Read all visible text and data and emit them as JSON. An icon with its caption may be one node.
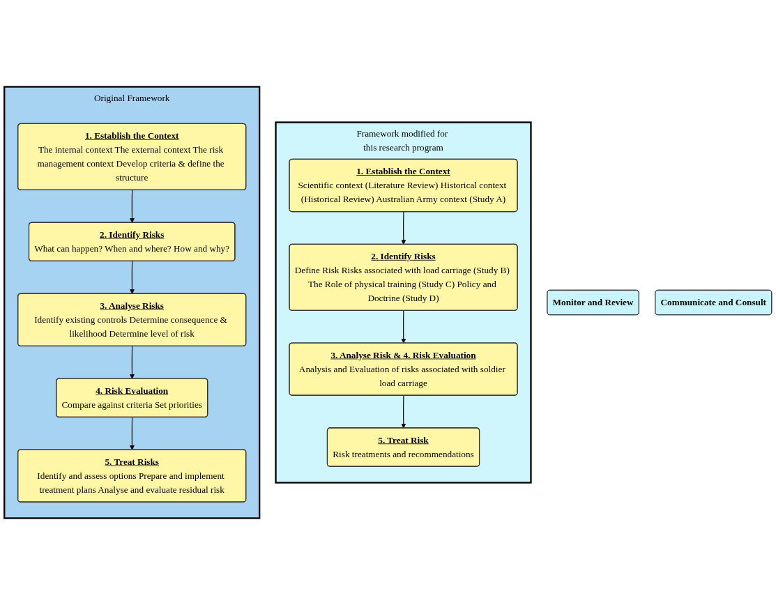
{
  "diagram": {
    "nodes": [
      {
        "text": [
          "Communicate and Consult"
        ]
      },
      {
        "text": [
          "Original Framework"
        ]
      },
      {
        "text": [
          "1. Establish the Context",
          "The internal context The external context The risk management context Develop criteria & define the structure"
        ],
        "in": 1
      },
      {
        "text": [
          "2. Identify Risks",
          "What can happen? When and where? How and why?"
        ],
        "in": 1
      },
      {
        "text": [
          "3. Analyse Risks",
          "Identify existing controls Determine consequence & likelihood Determine level of risk"
        ],
        "in": 1
      },
      {
        "text": [
          "4. Risk Evaluation",
          "Compare against criteria Set priorities"
        ],
        "in": 1
      },
      {
        "text": [
          "5. Treat Risks",
          "Identify and assess options Prepare and implement treatment plans Analyse and evaluate residual risk"
        ],
        "in": 1
      },
      {
        "text": [
          "Framework modified for this research program"
        ]
      },
      {
        "text": [
          "1. Establish the Context",
          "Scientific context (Literature Review) Historical context (Historical Review) Australian Army context (Study A)"
        ],
        "in": 7
      },
      {
        "text": [
          "2. Identify Risks",
          "Define Risk Risks associated with load carriage (Study B) The Role of physical training (Study C) Policy and Doctrine (Study D)"
        ],
        "in": 7
      },
      {
        "text": [
          "3. Analyse Risk & 4. Risk Evaluation",
          "Analysis and Evaluation of risks associated with soldier load carriage"
        ],
        "in": 7
      },
      {
        "text": [
          "5. Treat Risk",
          "Risk treatments and recommendations"
        ],
        "in": 7
      },
      {
        "text": [
          "Monitor and Review"
        ]
      }
    ],
    "edges": [
      {
        "from": 2,
        "to": 3,
        "arrow": "to"
      },
      {
        "from": 3,
        "to": 4,
        "arrow": "to"
      },
      {
        "from": 4,
        "to": 5,
        "arrow": "to"
      },
      {
        "from": 5,
        "to": 6,
        "arrow": "to"
      },
      {
        "from": 8,
        "to": 9,
        "arrow": "to"
      },
      {
        "from": 9,
        "to": 10,
        "arrow": "to"
      },
      {
        "from": 10,
        "to": 11,
        "arrow": "to"
      }
    ]
  }
}
